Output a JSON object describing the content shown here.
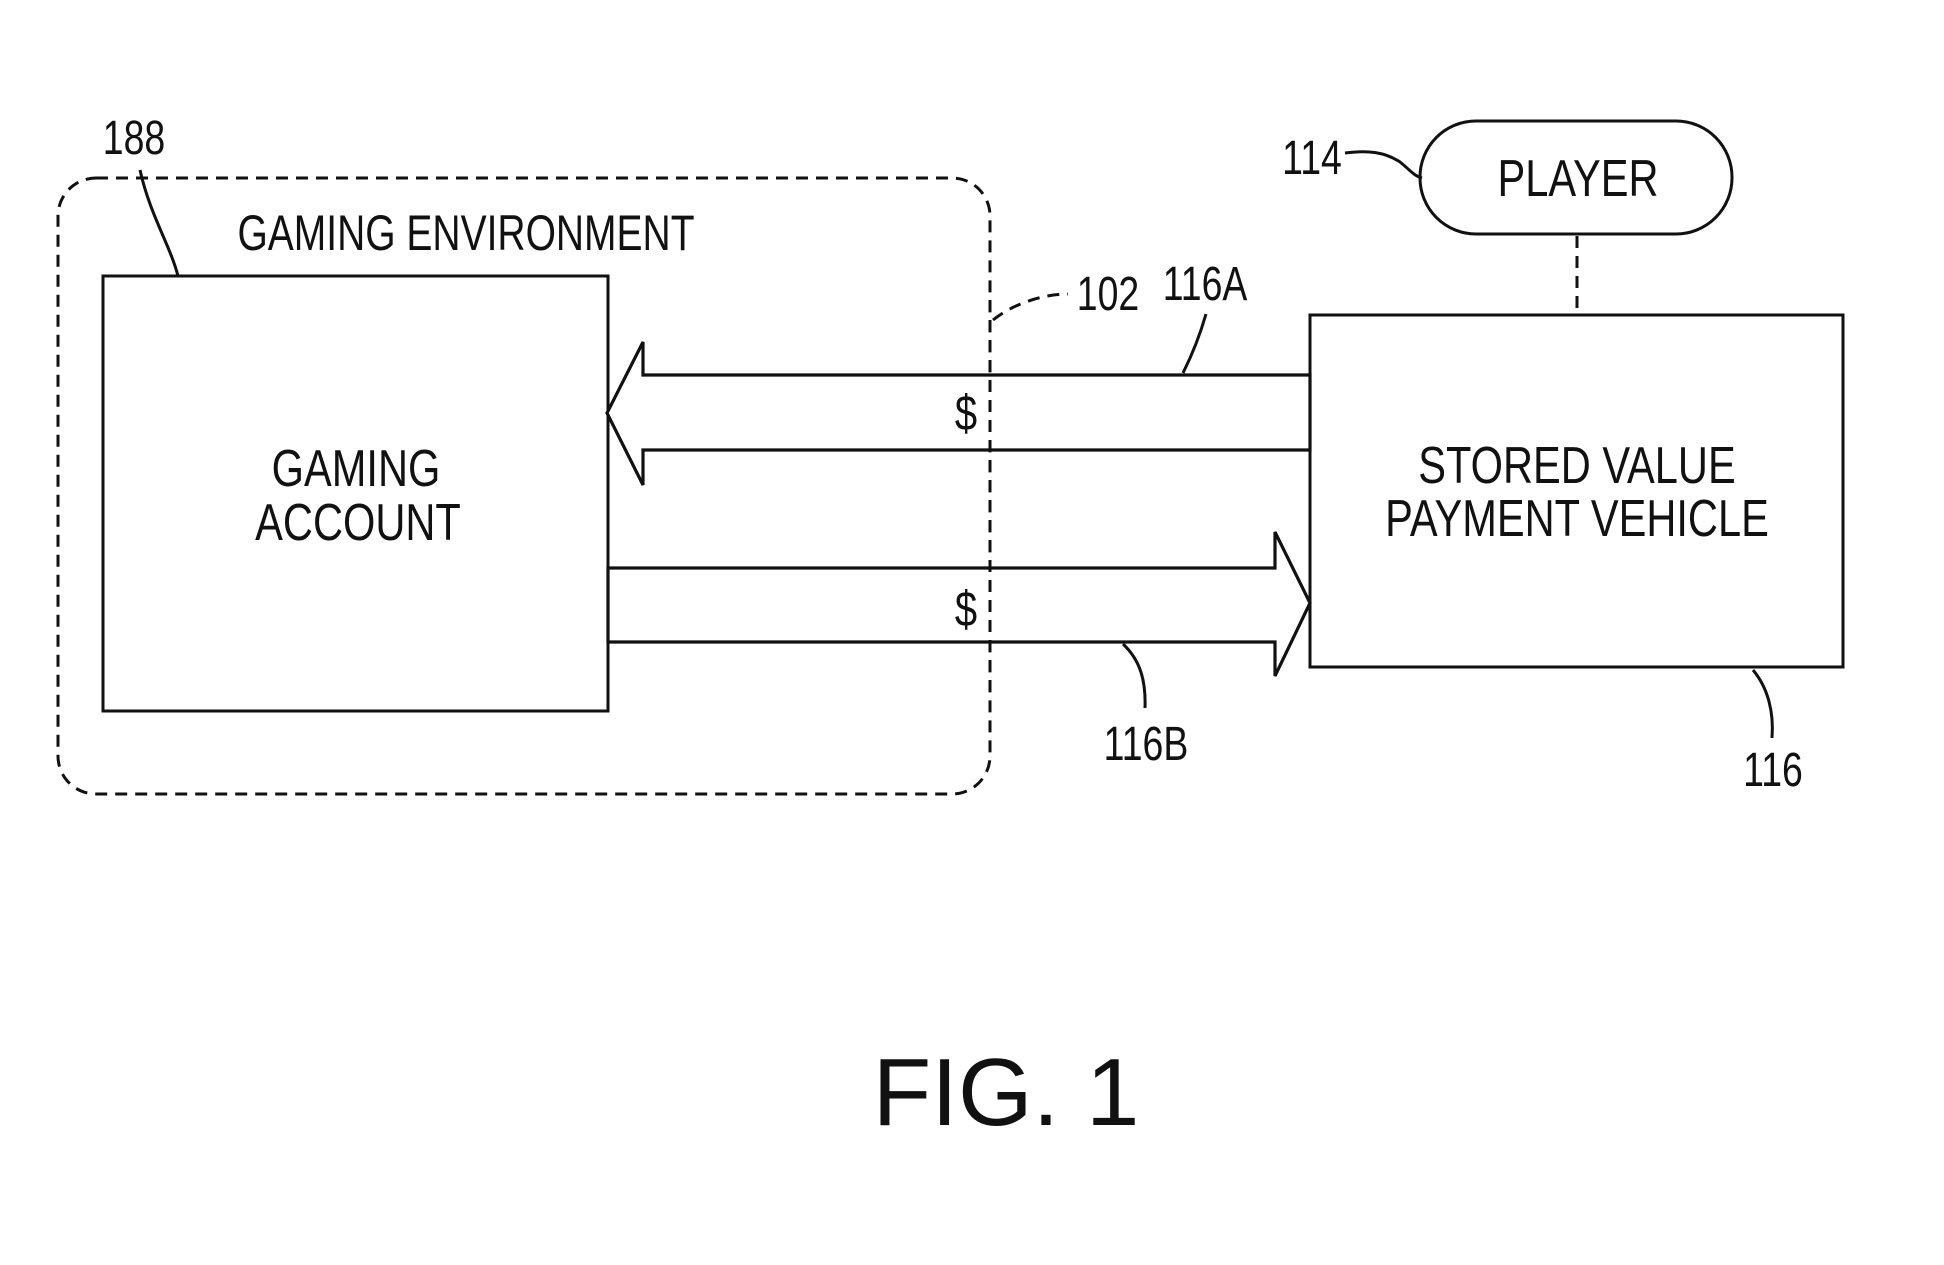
{
  "diagram": {
    "environment": {
      "title": "GAMING ENVIRONMENT",
      "ref": "188",
      "boundary_ref": "102"
    },
    "gaming_account": {
      "line1": "GAMING",
      "line2": "ACCOUNT"
    },
    "player": {
      "label": "PLAYER",
      "ref": "114"
    },
    "stored_value": {
      "line1": "STORED VALUE",
      "line2": "PAYMENT VEHICLE",
      "ref": "116"
    },
    "transfer_in": {
      "symbol": "$",
      "ref": "116A"
    },
    "transfer_out": {
      "symbol": "$",
      "ref": "116B"
    },
    "caption": "FIG. 1"
  }
}
